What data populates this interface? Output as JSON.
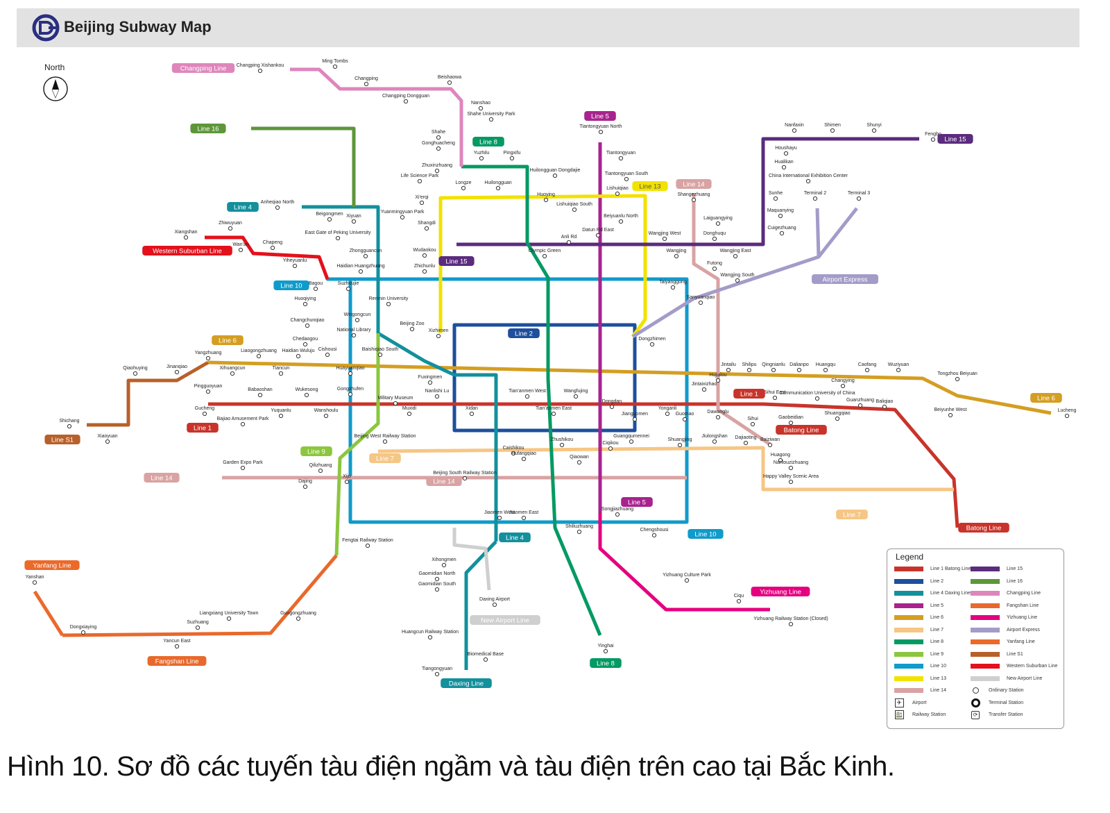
{
  "header": {
    "title": "Beijing Subway Map"
  },
  "compass": {
    "label": "North"
  },
  "caption": "Hình 10. Sơ đồ các tuyến tàu điện ngầm và tàu điện trên cao tại Bắc Kinh.",
  "colors": {
    "line1": "#c8342b",
    "line2": "#1d4f9c",
    "line4": "#12909c",
    "line5": "#a8238e",
    "line6": "#d49e22",
    "line7": "#f6c684",
    "line8": "#059a63",
    "line9": "#8cc63f",
    "line10": "#0f9bcb",
    "line13": "#f2e200",
    "line14": "#d9a3a3",
    "line15": "#5b2b7e",
    "line16": "#5e963a",
    "changping": "#de86bc",
    "fangshan": "#e8692c",
    "yizhuang": "#e5007f",
    "airport": "#a39cc9",
    "yanfang": "#eb6a2a",
    "s1": "#b8602a",
    "western": "#e3111c",
    "newairport": "#cfcfcf"
  },
  "badges": [
    "Changping Line",
    "Line 16",
    "Line 4",
    "Western Suburban Line",
    "Line 10",
    "Line 6",
    "Line S1",
    "Line 1",
    "Line 14",
    "Line 9",
    "Line 7",
    "Line 14",
    "Yanfang Line",
    "Fangshan Line",
    "Daxing Line",
    "New Airport Line",
    "Line 4",
    "Line 8",
    "Line 5",
    "Line 13",
    "Line 14",
    "Line 15",
    "Line 2",
    "Line 15",
    "Airport Express",
    "Line 1",
    "Batong Line",
    "Line 5",
    "Line 10",
    "Line 7",
    "Line 6",
    "Batong Line",
    "Yizhuang Line",
    "Line 8"
  ],
  "stations": [
    "Changping Xishankou",
    "Ming Tombs",
    "Changping",
    "Changping Dongguan",
    "Beishaowa",
    "Nanshao",
    "Shahe University Park",
    "Shahe",
    "Gonghuacheng",
    "Zhuxinzhuang",
    "Yuzhilu",
    "Pingxifu",
    "Huilongguan Dongdajie",
    "Tiantongyuan North",
    "Tiantongyuan",
    "Tiantongyuan South",
    "Lishuiqiao",
    "Lishuiqiao South",
    "Beiyuanlu North",
    "Datun Rd East",
    "Anli Rd",
    "Olympic Green",
    "Huoying",
    "Huilongguan",
    "Longze",
    "Xi'erqi",
    "Life Science Park",
    "Shangdi",
    "Wudaokou",
    "Zhichunlu",
    "Xizhimen",
    "Dongzhimen",
    "Sanyuanqiao",
    "Taiyanggong",
    "Wangjing West",
    "Wangjing",
    "Futong",
    "Wangjing South",
    "Wangjing East",
    "Donghuqu",
    "Laiguangying",
    "Shangezhuang",
    "Sunhe",
    "Maquanying",
    "Cuigezhuang",
    "Houshayu",
    "Hualikan",
    "China International Exhibition Center",
    "Nanfaxin",
    "Shimen",
    "Shunyi",
    "Fengbo",
    "Terminal 2",
    "Terminal 3",
    "Bagou",
    "Suzhoujie",
    "Haidian Huangzhuang",
    "Zhongguancun",
    "East Gate of Peking University",
    "Yuanmingyuan Park",
    "Xiyuan",
    "Anheqiao North",
    "Beigongmen",
    "Xiangshan",
    "Zhiwuyuan",
    "Wan'an",
    "Chapeng",
    "Yiheyuanlu",
    "Huoqiying",
    "Changchunqiao",
    "Chedaogou",
    "Cishousi",
    "Huayuanqiao",
    "Baishiqiao South",
    "Weigongcun",
    "Renmin University",
    "National Library",
    "Beijing Zoo",
    "Gongzhufen",
    "Military Museum",
    "Muxidi",
    "Nanlishi Lu",
    "Fuxingmen",
    "Xidan",
    "Tian'anmen West",
    "Tian'anmen East",
    "Wangfujing",
    "Dongdan",
    "Jianguomen",
    "Yonganli",
    "Guomao",
    "Dawanglu",
    "Sihui",
    "Sihui East",
    "Gaobeidian",
    "Communication University of China",
    "Shuangqiao",
    "Guanzhuang",
    "Baliqiao",
    "Tongzhou Beiyuan",
    "Beiyunhe West",
    "Lucheng",
    "Jintaixizhao",
    "Hujialou",
    "Jintailu",
    "Shilipu",
    "Qingnianlu",
    "Dalianpo",
    "Huangqu",
    "Changying",
    "Caofang",
    "Wuziyuan",
    "Pingguoyuan",
    "Gucheng",
    "Bajiao Amusement Park",
    "Babaoshan",
    "Yuquanlu",
    "Wukesong",
    "Wanshoulu",
    "Jinanqiao",
    "Yangzhuang",
    "Xihuangcun",
    "Liaogongzhuang",
    "Tiancun",
    "Haidian Wuluju",
    "Qiaohuying",
    "Shichang",
    "Xiaoyuan",
    "Caishikou",
    "Hufangqiao",
    "Zhushikou",
    "Qiaowan",
    "Ciqikou",
    "Guangqumennei",
    "Shuangjing",
    "Jiulongshan",
    "Dajiaoting",
    "Baiziwan",
    "Huagong",
    "Nanlouzizhuang",
    "Happy Valley Scenic Area",
    "Garden Expo Park",
    "Dajing",
    "Qilizhuang",
    "Xiju",
    "Jiaomen West",
    "Jiaomen East",
    "Shiliuzhuang",
    "Songjiazhuang",
    "Chengshousi",
    "Fengtai Railway Station",
    "Beijing South Railway Station",
    "Beijing West Railway Station",
    "Yizhuang Culture Park",
    "Ciqu",
    "Yizhuang Railway Station (Closed)",
    "Tiangongyuan",
    "Daxing Airport",
    "Yinghai",
    "Liangxiang University Town",
    "Yancun East",
    "Suzhuang",
    "Yanshan",
    "Dongxiaying",
    "Guogongzhuang",
    "Xihongmen",
    "Gaomidian North",
    "Gaomidian South",
    "Huangcun Railway Station",
    "Biomedical Base"
  ],
  "legend": {
    "title": "Legend",
    "left": [
      {
        "label": "Line 1 Batong Line",
        "color_key": "line1"
      },
      {
        "label": "Line 2",
        "color_key": "line2"
      },
      {
        "label": "Line 4 Daxing Line",
        "color_key": "line4"
      },
      {
        "label": "Line 5",
        "color_key": "line5"
      },
      {
        "label": "Line 6",
        "color_key": "line6"
      },
      {
        "label": "Line 7",
        "color_key": "line7"
      },
      {
        "label": "Line 8",
        "color_key": "line8"
      },
      {
        "label": "Line 9",
        "color_key": "line9"
      },
      {
        "label": "Line 10",
        "color_key": "line10"
      },
      {
        "label": "Line 13",
        "color_key": "line13"
      },
      {
        "label": "Line 14",
        "color_key": "line14"
      }
    ],
    "right": [
      {
        "label": "Line 15",
        "color_key": "line15"
      },
      {
        "label": "Line 16",
        "color_key": "line16"
      },
      {
        "label": "Changping Line",
        "color_key": "changping"
      },
      {
        "label": "Fangshan Line",
        "color_key": "fangshan"
      },
      {
        "label": "Yizhuang Line",
        "color_key": "yizhuang"
      },
      {
        "label": "Airport Express",
        "color_key": "airport"
      },
      {
        "label": "Yanfang Line",
        "color_key": "yanfang"
      },
      {
        "label": "Line S1",
        "color_key": "s1"
      },
      {
        "label": "Western Suburban Line",
        "color_key": "western"
      },
      {
        "label": "New Airport Line",
        "color_key": "newairport"
      }
    ],
    "symbols": {
      "airport": "Airport",
      "railway": "Railway Station",
      "ordinary": "Ordinary Station",
      "terminal": "Terminal Station",
      "transfer": "Transfer Station"
    }
  }
}
